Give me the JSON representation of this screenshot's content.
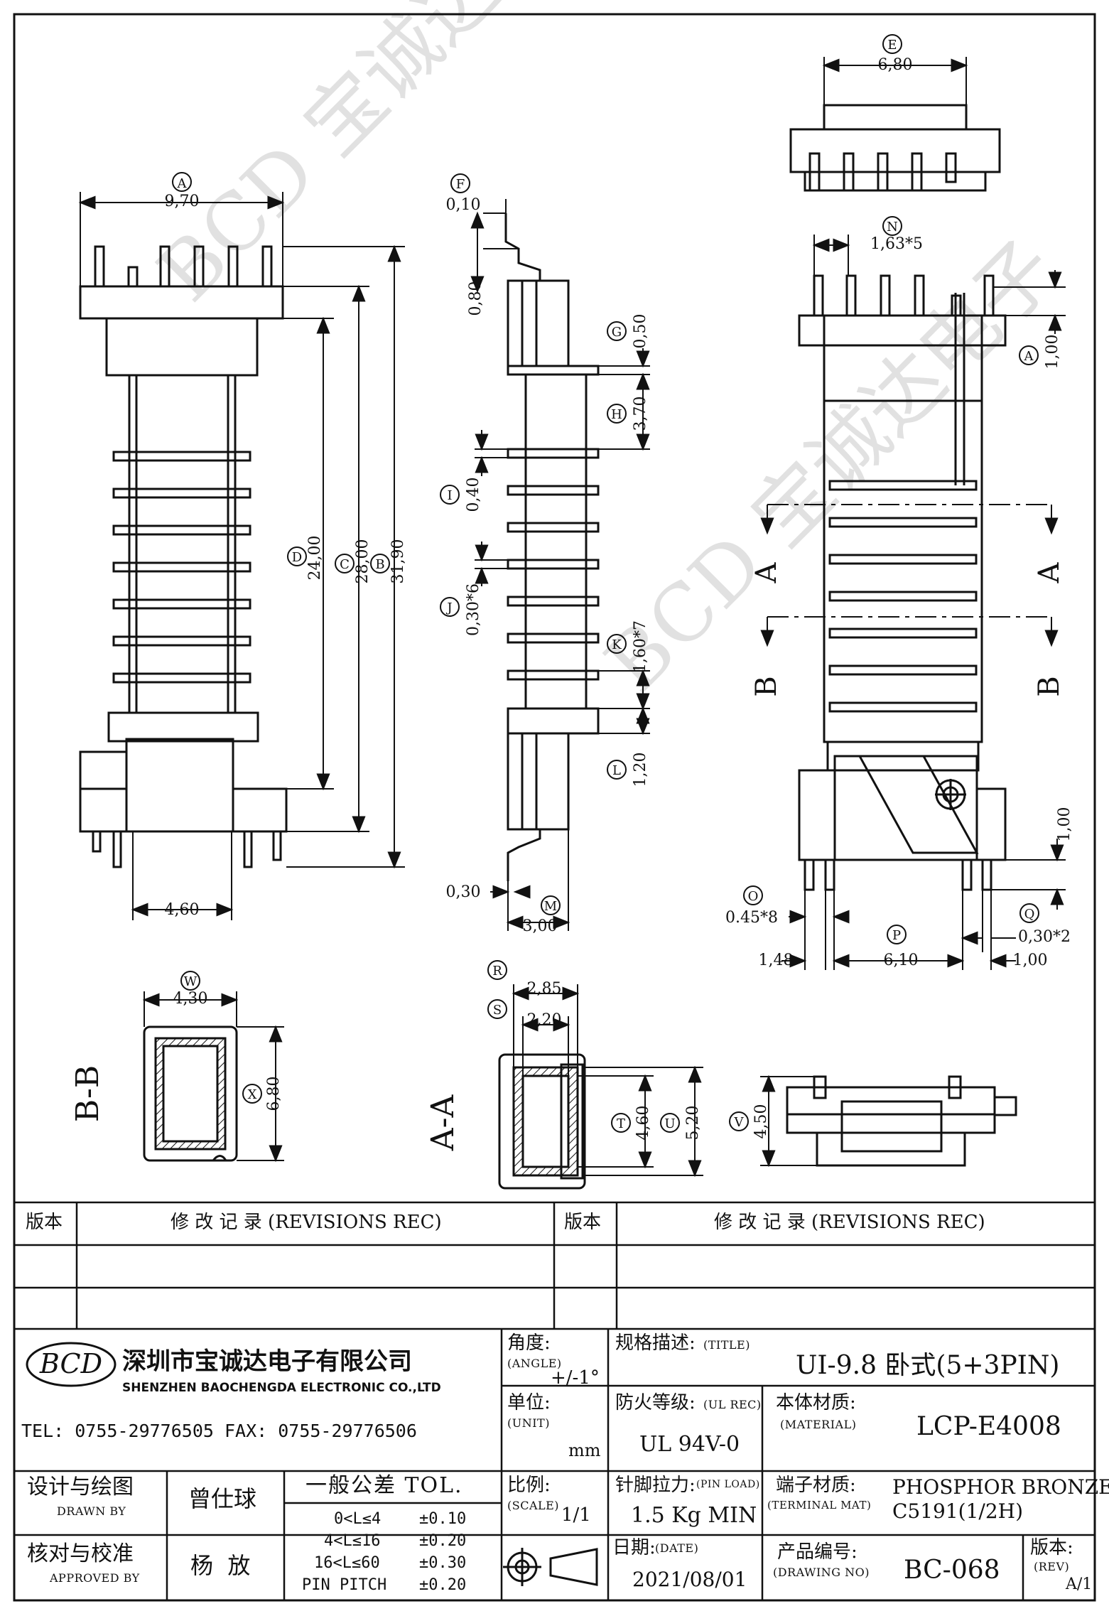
{
  "labels": {
    "A": "A",
    "B": "B",
    "C": "C",
    "D": "D",
    "E": "E",
    "F": "F",
    "G": "G",
    "H": "H",
    "I": "I",
    "J": "J",
    "K": "K",
    "L": "L",
    "M": "M",
    "N": "N",
    "O": "O",
    "P": "P",
    "Q": "Q",
    "R": "R",
    "S": "S",
    "T": "T",
    "U": "U",
    "V": "V",
    "W": "W",
    "X": "X"
  },
  "dims": {
    "A": "9,70",
    "B": "31,90",
    "C": "28,00",
    "D": "24,00",
    "E": "6,80",
    "F": "0,10",
    "f2": "0,80",
    "G": "0,50",
    "H": "3,70",
    "I": "0,40",
    "J": "0,30*6",
    "K": "1,60*7",
    "L": "1,20",
    "M": "3,00",
    "m2": "0,30",
    "N": "1,63*5",
    "n_a": "1,00",
    "O": "0.45*8",
    "P": "6,10",
    "p_left": "1,48",
    "p_right": "1,00",
    "Q": "0,30*2",
    "q_v": "1,00",
    "base": "4,60",
    "R": "2,85",
    "S": "2,20",
    "T": "4,60",
    "U": "5,20",
    "V": "4,50",
    "W": "4,30",
    "X": "6,80"
  },
  "section_labels": {
    "aa": "A-A",
    "bb": "B-B",
    "a": "A",
    "b": "B"
  },
  "watermark": "BCD 宝诚达电子",
  "title_block": {
    "rev_hdr_left": "版本",
    "rev_rec_left": "修 改 记 录 (REVISIONS REC)",
    "rev_hdr_right": "版本",
    "rev_rec_right": "修 改 记 录 (REVISIONS REC)",
    "company_cn": "深圳市宝诚达电子有限公司",
    "company_en": "SHENZHEN BAOCHENGDA ELECTRONIC CO.,LTD",
    "logo_text": "BCD",
    "tel": "TEL: 0755-29776505  FAX: 0755-29776506",
    "angle_cn": "角度:",
    "angle_en": "(ANGLE)",
    "angle_val": "+/-1°",
    "title_cn": "规格描述:",
    "title_en": "(TITLE)",
    "title_val": "UI-9.8 卧式(5+3PIN)",
    "unit_cn": "单位:",
    "unit_en": "(UNIT)",
    "unit_val": "mm",
    "ul_cn": "防火等级:",
    "ul_en": "(UL REC)",
    "ul_val": "UL 94V-0",
    "mat_cn": "本体材质:",
    "mat_en": "(MATERIAL)",
    "mat_val": "LCP-E4008",
    "design_cn": "设计与绘图",
    "design_en": "DRAWN BY",
    "designer": "曾仕球",
    "tol_hdr": "一般公差 TOL.",
    "tol_rows": [
      {
        "range": "0<L≤4",
        "val": "±0.10"
      },
      {
        "range": "4<L≤16",
        "val": "±0.20"
      },
      {
        "range": "16<L≤60",
        "val": "±0.30"
      },
      {
        "range": "PIN PITCH",
        "val": "±0.20"
      }
    ],
    "scale_cn": "比例:",
    "scale_en": "(SCALE)",
    "scale_val": "1/1",
    "pin_cn": "针脚拉力:",
    "pin_en": "(PIN LOAD)",
    "pin_val": "1.5 Kg MIN",
    "term_cn": "端子材质:",
    "term_en": "(TERMINAL MAT)",
    "term_val1": "PHOSPHOR BRONZE:",
    "term_val2": "C5191(1/2H)",
    "approve_cn": "核对与校准",
    "approve_en": "APPROVED BY",
    "approver": "杨  放",
    "date_cn": "日期:",
    "date_en": "(DATE)",
    "date_val": "2021/08/01",
    "dwg_cn": "产品编号:",
    "dwg_en": "(DRAWING NO)",
    "dwg_val": "BC-068",
    "rev_cn": "版本:",
    "rev_en": "(REV)",
    "rev_val": "A/1"
  }
}
